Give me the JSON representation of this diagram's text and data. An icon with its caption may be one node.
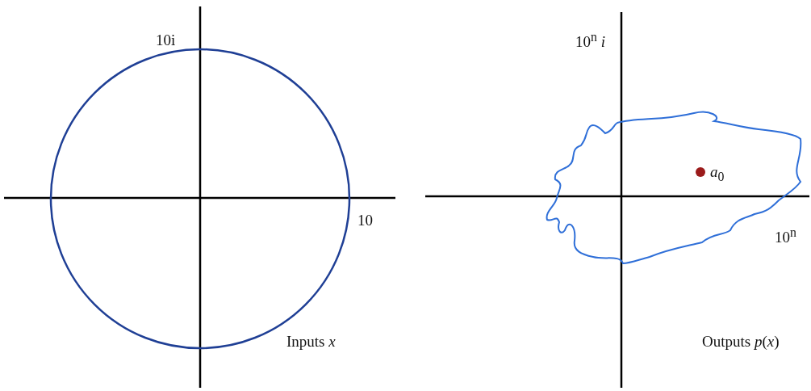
{
  "diagram": {
    "labels": [
      "10i",
      "10",
      "Inputs *x*",
      "10$^{n}$ *i*",
      "*a*$_{0}$",
      "10$^{n}$",
      "Outputs *p*(*x*)"
    ]
  }
}
